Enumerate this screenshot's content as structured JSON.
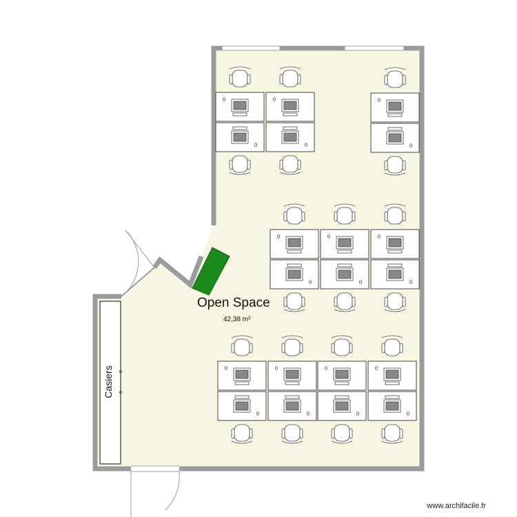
{
  "plan": {
    "room": {
      "name": "Open Space",
      "area": "42,38 m²"
    },
    "storage_label": "Casiers",
    "watermark": "www.archifacile.fr",
    "colors": {
      "floor": "#f7f6e2",
      "wall": "#9b9b9b",
      "green_element": "#1a8a1a",
      "furniture_stroke": "#444444"
    },
    "workstation_count": 20
  }
}
